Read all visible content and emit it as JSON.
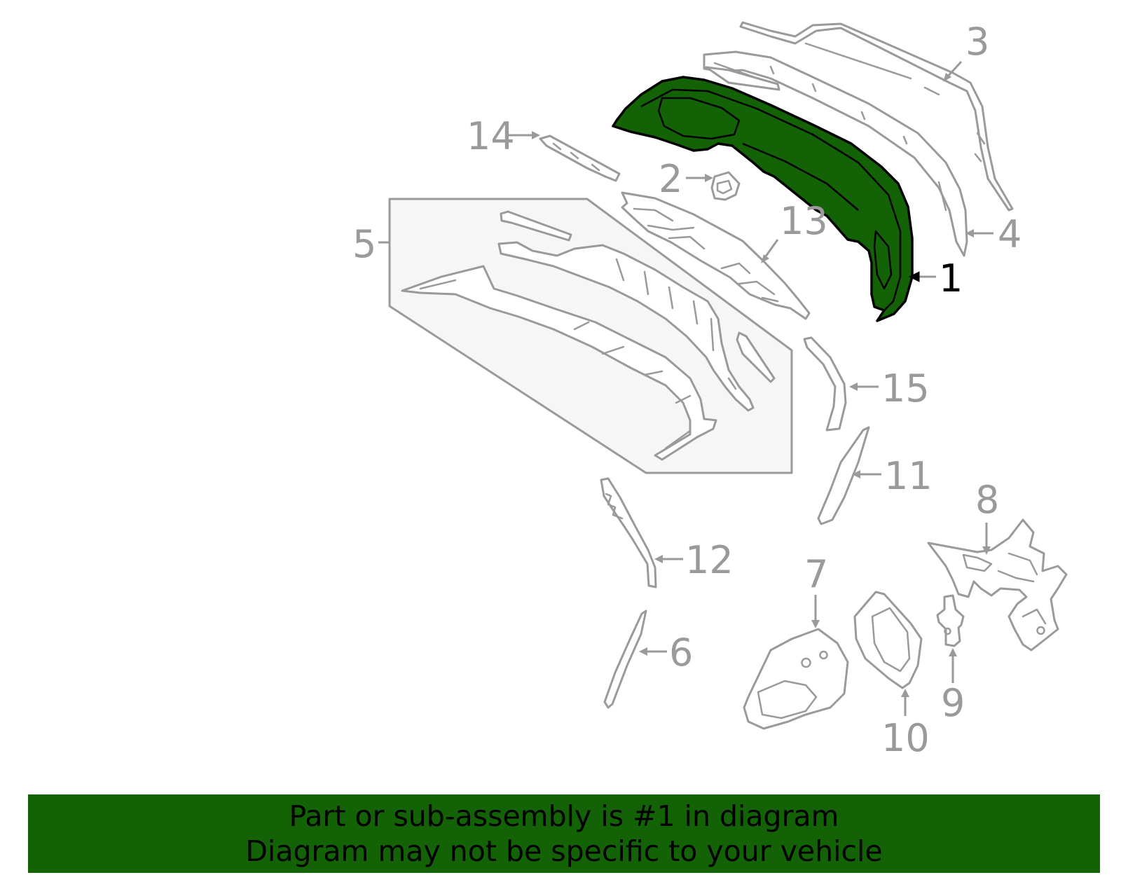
{
  "callouts": [
    "1",
    "2",
    "3",
    "4",
    "5",
    "6",
    "7",
    "8",
    "9",
    "10",
    "11",
    "12",
    "13",
    "14",
    "15"
  ],
  "highlighted_part": "1",
  "highlight_color": "#136206",
  "part_color": "#9a9a9a",
  "banner": {
    "line1": "Part or sub-assembly is #1 in diagram",
    "line2": "Diagram may not be specific to your vehicle"
  }
}
